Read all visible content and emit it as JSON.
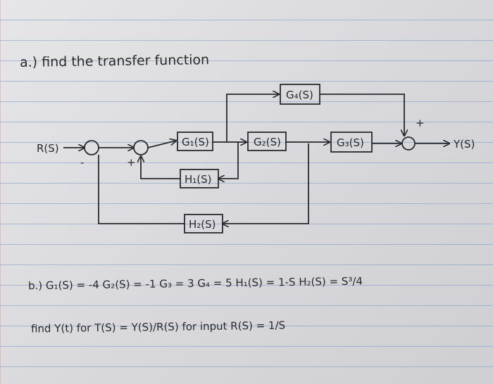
{
  "part_a": {
    "title": "a.) find the transfer function"
  },
  "diagram": {
    "input_label": "R(S)",
    "output_label": "Y(S)",
    "blocks": {
      "g1": "G₁(S)",
      "g2": "G₂(S)",
      "g3": "G₃(S)",
      "g4": "G₄(S)",
      "h1": "H₁(S)",
      "h2": "H₂(S)"
    },
    "signs": {
      "sum1_minus": "-",
      "sum2_plus": "+",
      "sum3_plus": "+"
    }
  },
  "part_b": {
    "values_line": "b.) G₁(S) = -4   G₂(S) = -1   G₃ = 3   G₄ = 5   H₁(S) = 1-S   H₂(S) = S³/4",
    "find_line": "find Y(t) for T(S) = Y(S)/R(S) for input R(S) = 1/S"
  }
}
